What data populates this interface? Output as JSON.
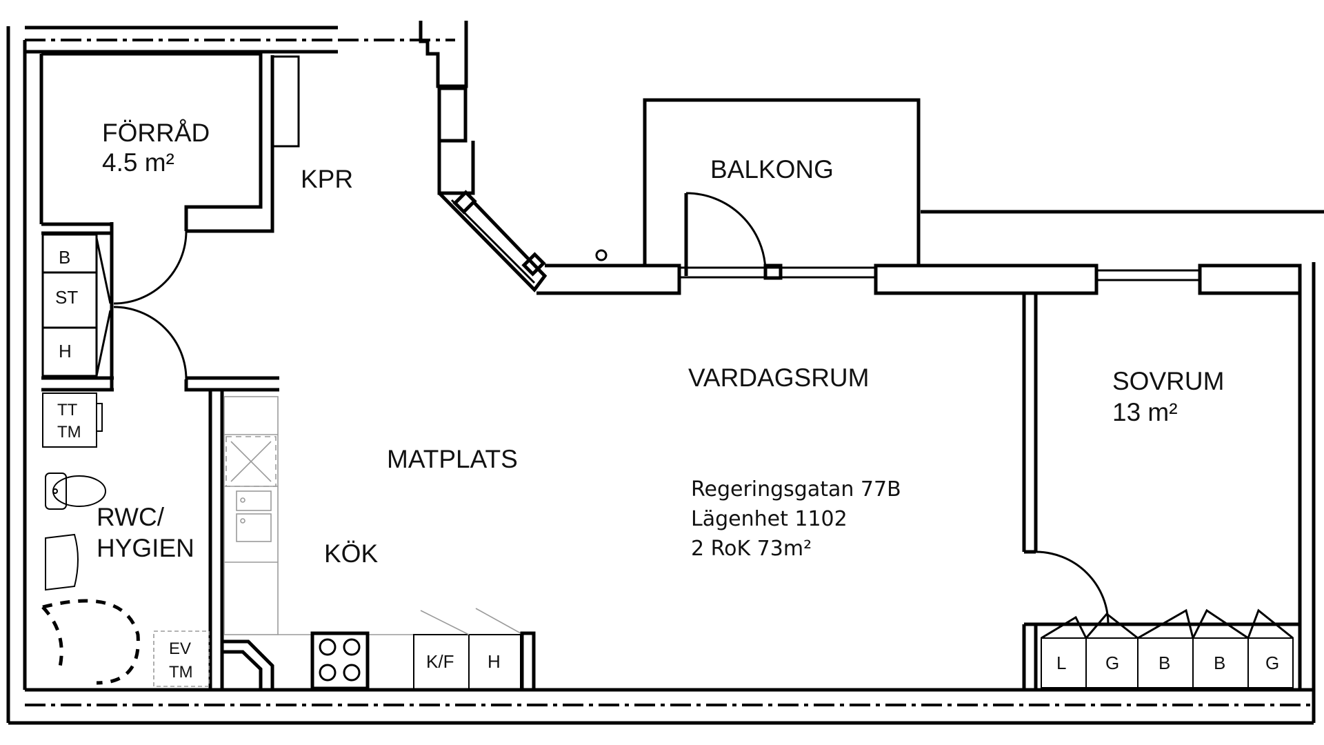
{
  "rooms": {
    "forrad": "FÖRRÅD",
    "forrad_area": "4.5 m²",
    "kpr": "KPR",
    "balkong": "BALKONG",
    "vardagsrum": "VARDAGSRUM",
    "sovrum": "SOVRUM",
    "sovrum_area": "13 m²",
    "matplats": "MATPLATS",
    "kok": "KÖK",
    "rwc_line1": "RWC/",
    "rwc_line2": "HYGIEN"
  },
  "closets": {
    "hall": [
      "B",
      "ST",
      "H"
    ],
    "tt": "TT",
    "tm": "TM",
    "ev": "EV",
    "ev_tm": "TM",
    "kitchen_kf": "K/F",
    "kitchen_h": "H",
    "bedroom": [
      "L",
      "G",
      "B",
      "B",
      "G"
    ]
  },
  "info": {
    "address": "Regeringsgatan 77B",
    "apartment": "Lägenhet 1102",
    "size": "2 RoK 73m²"
  }
}
